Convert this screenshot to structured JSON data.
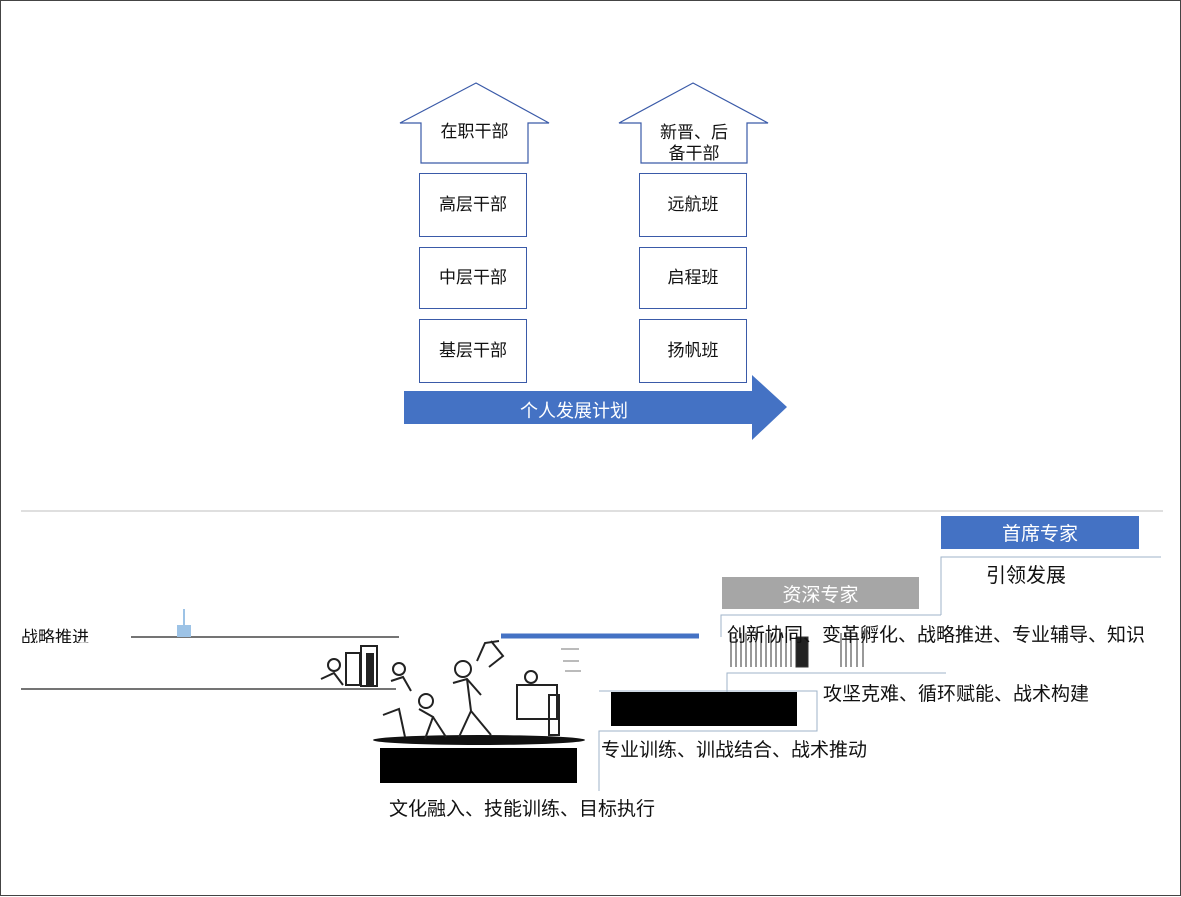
{
  "top_diagram": {
    "left_header": "在职干部",
    "left_levels": [
      "高层干部",
      "中层干部",
      "基层干部"
    ],
    "right_header_line1": "新晋、后",
    "right_header_line2": "备干部",
    "right_levels": [
      "远航班",
      "启程班",
      "扬帆班"
    ],
    "arrow_label": "个人发展计划",
    "colors": {
      "box_border": "#3a5aa8",
      "arrow_fill": "#4472c4"
    }
  },
  "bottom_diagram": {
    "chief_expert": "首席专家",
    "chief_expert_desc": "引领发展",
    "senior_expert": "资深专家",
    "senior_row1": "创新协同、变革孵化、战略推进、专业辅导、知识",
    "senior_row2": "攻坚克难、循环赋能、战术构建",
    "mid_desc": "专业训练、训战结合、战术推动",
    "base_desc": "文化融入、技能训练、目标执行",
    "left_fragment": "战略推进",
    "colors": {
      "blue_bar": "#4472c4",
      "gray_bar": "#a6a6a6",
      "black_block": "#000000"
    }
  }
}
